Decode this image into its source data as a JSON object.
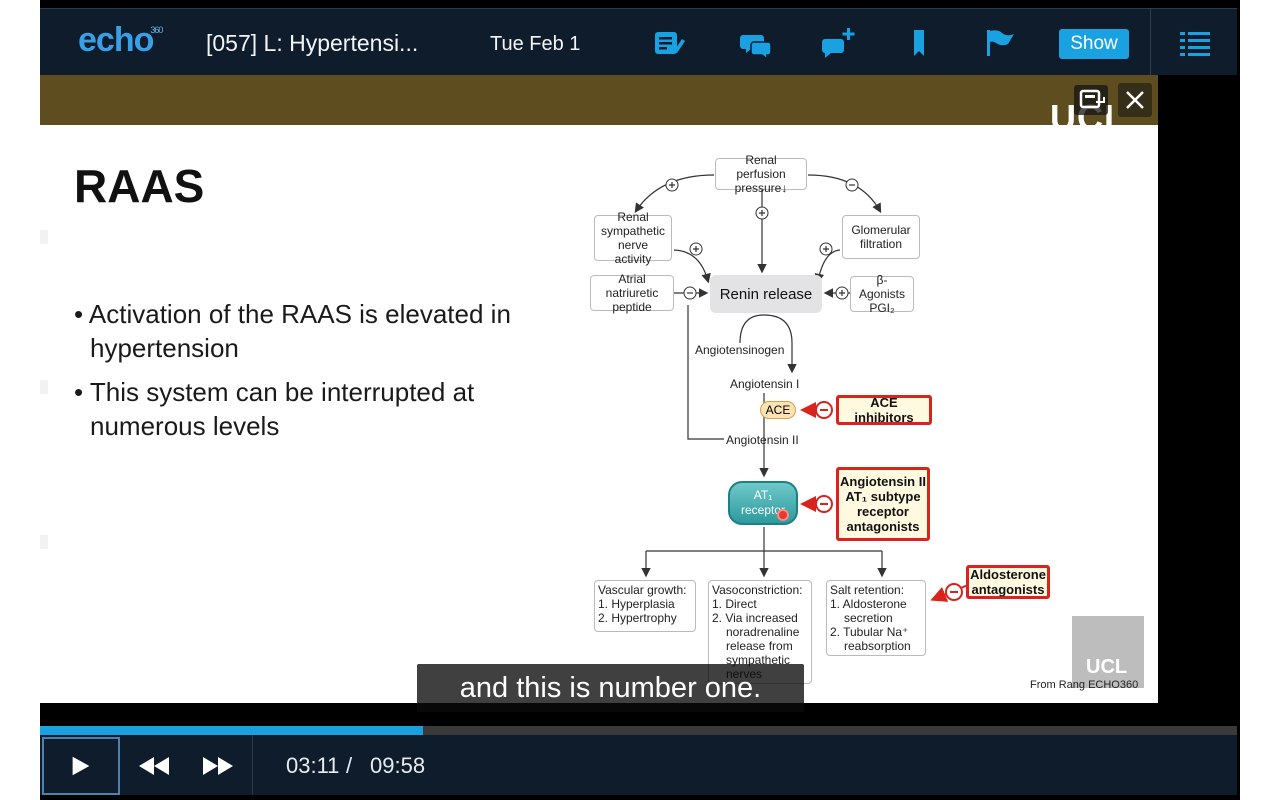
{
  "topbar": {
    "logo": "echo",
    "logo_sup": "360",
    "title": "[057] L: Hypertensi...",
    "date": "Tue Feb 1",
    "show_label": "Show"
  },
  "icons": {
    "notes": "notes-icon",
    "discussions": "discussions-icon",
    "add_question": "add-question-icon",
    "bookmark": "bookmark-icon",
    "flag": "flag-icon",
    "menu": "list-menu-icon"
  },
  "slide": {
    "banner_logo": "UCL",
    "title": "RAAS",
    "bullets": [
      "Activation of the RAAS is elevated in hypertension",
      "This system can be interrupted at numerous levels"
    ],
    "diagram": {
      "renal_perfusion": "Renal perfusion pressure↓",
      "renal_sympathetic": "Renal sympathetic nerve activity",
      "glomerular": "Glomerular filtration",
      "atrial": "Atrial natriuretic peptide",
      "renin": "Renin release",
      "beta_line1": "β-Agonists",
      "beta_line2": "PGI₂",
      "angiotensinogen": "Angiotensinogen",
      "angiotensin1": "Angiotensin I",
      "ace": "ACE",
      "ace_inhibitors": "ACE inhibitors",
      "angiotensin2": "Angiotensin II",
      "at1_line1": "AT₁",
      "at1_line2": "receptor",
      "arb_line1": "Angiotensin II",
      "arb_line2": "AT₁ subtype",
      "arb_line3": "receptor",
      "arb_line4": "antagonists",
      "vascular_title": "Vascular growth:",
      "vascular_1": "1. Hyperplasia",
      "vascular_2": "2. Hypertrophy",
      "vaso_title": "Vasoconstriction:",
      "vaso_1": "1. Direct",
      "vaso_2": "2. Via increased",
      "vaso_3": "noradrenaline",
      "vaso_4": "release from",
      "vaso_5": "sympathetic",
      "vaso_6": "nerves",
      "salt_title": "Salt retention:",
      "salt_1": "1. Aldosterone",
      "salt_2": "secretion",
      "salt_3": "2. Tubular Na⁺",
      "salt_4": "reabsorption",
      "aldo_line1": "Aldosterone",
      "aldo_line2": "antagonists",
      "ucl_logo": "UCL",
      "from_text": "From Rang ECHO360"
    }
  },
  "subtitle": "and this is number one.",
  "player": {
    "time_current": "03:11",
    "time_sep": "/",
    "time_total": "09:58",
    "progress_fraction": 0.32
  },
  "colors": {
    "accent": "#1aa1e2",
    "bar": "#0f1c2b",
    "banner": "#5e4e1f",
    "red": "#d9241e"
  }
}
